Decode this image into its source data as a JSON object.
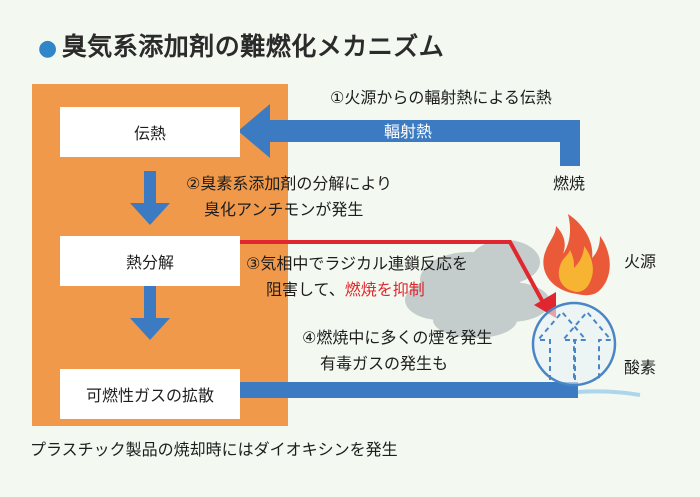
{
  "title": "臭気系添加剤の難燃化メカニズム",
  "boxes": {
    "heat_transfer": "伝熱",
    "pyrolysis": "熱分解",
    "gas_diffusion": "可燃性ガスの拡散"
  },
  "arrows": {
    "radiant_heat": "輻射熱"
  },
  "steps": {
    "step1": "①火源からの輻射熱による伝熱",
    "step2_line1": "②臭素系添加剤の分解により",
    "step2_line2": "臭化アンチモンが発生",
    "step3_line1": "③気相中でラジカル連鎖反応を",
    "step3_line2_prefix": "阻害して、",
    "step3_line2_highlight": "燃焼を抑制",
    "step4_line1": "④燃焼中に多くの煙を発生",
    "step4_line2": "有毒ガスの発生も"
  },
  "labels": {
    "combustion": "燃焼",
    "fire_source": "火源",
    "oxygen": "酸素"
  },
  "footer": "プラスチック製品の焼却時にはダイオキシンを発生",
  "colors": {
    "orange_panel": "#f0994a",
    "blue_arrow": "#3c7bc1",
    "highlight_red": "#e0262e",
    "circle_blue": "#4a86c6"
  }
}
